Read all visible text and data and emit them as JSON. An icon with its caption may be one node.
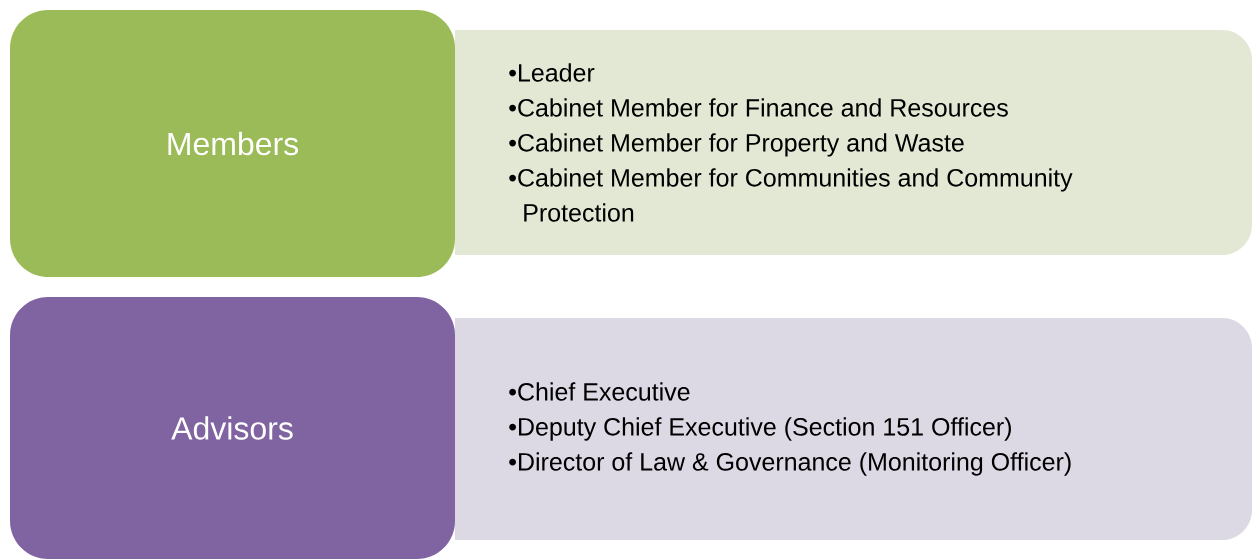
{
  "diagram": {
    "nodes": [
      {
        "text": [
          "Members"
        ]
      },
      {
        "text": [
          "•Leader",
          "•Cabinet Member for Finance and Resources",
          "•Cabinet Member for Property and Waste",
          "•Cabinet Member for Communities and Community Protection"
        ]
      },
      {
        "text": [
          "Advisors"
        ]
      },
      {
        "text": [
          "•Chief Executive",
          "•Deputy Chief Executive (Section 151 Officer)",
          "•Director of Law & Governance (Monitoring Officer)"
        ]
      }
    ]
  }
}
